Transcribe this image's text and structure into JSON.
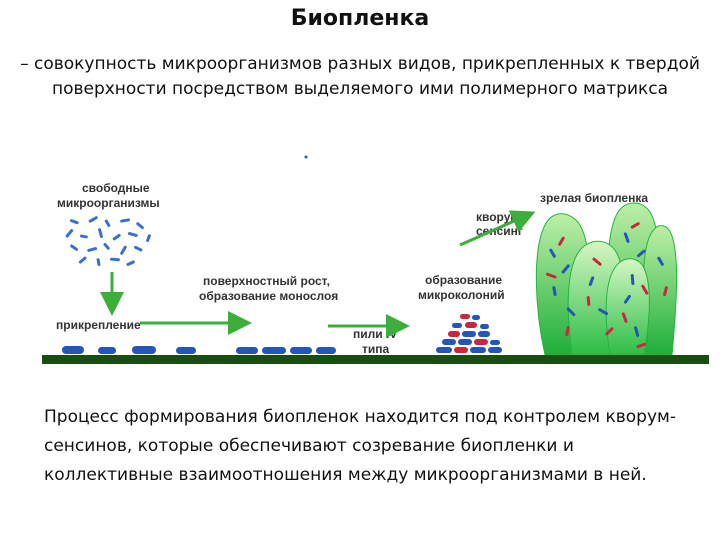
{
  "slide": {
    "title": "Биопленка",
    "subtitle": "– совокупность микроорганизмов разных видов, прикрепленных к твердой поверхности посредством выделяемого ими полимерного матрикса",
    "caption": "Процесс формирования биопленок находится под контролем кворум- сенсинов, которые обеспечивают созревание биопленки и коллективные взаимоотношения между микроорганизмами в ней."
  },
  "diagram": {
    "labels": {
      "free_line1": "свободные",
      "free_line2": "микроорганизмы",
      "attach": "прикрепление",
      "growth_line1": "поверхностный рост,",
      "growth_line2": "образование монослоя",
      "pili_line1": "пили IV",
      "pili_line2": "типа",
      "micro_line1": "образование",
      "micro_line2": "микроколоний",
      "quorum_line1": "кворум",
      "quorum_line2": "сенсинг",
      "mature": "зрелая биопленка"
    },
    "colors": {
      "surface": "#1a4d12",
      "arrow": "#3cae3c",
      "bacteria_blue": "#2456b8",
      "bacteria_red": "#c8283c",
      "biofilm_light": "#9ee38c",
      "biofilm_dark": "#22b43c"
    }
  }
}
